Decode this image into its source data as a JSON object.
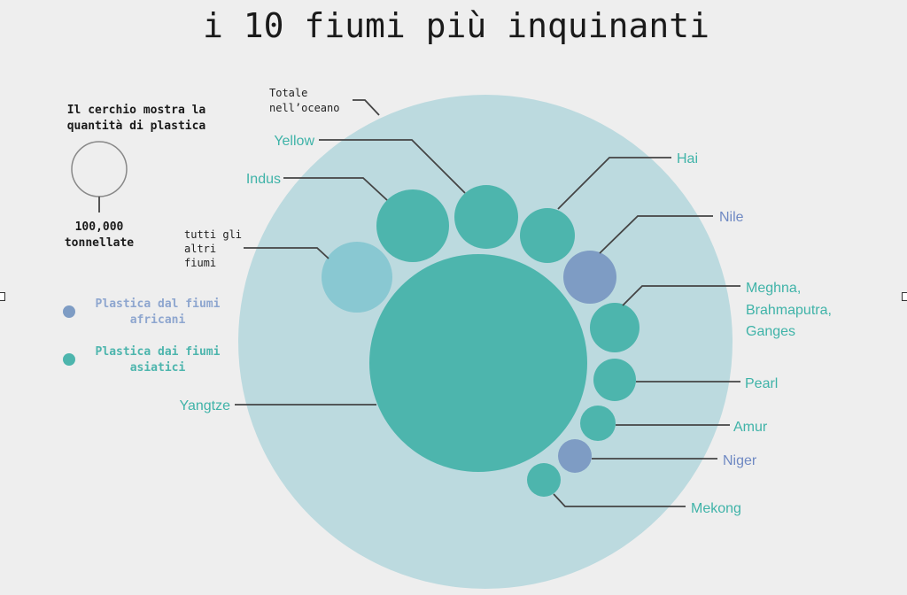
{
  "title": "i 10 fiumi più inquinanti",
  "legend": {
    "scale_title_1": "Il cerchio mostra la",
    "scale_title_2": "quantità di plastica",
    "scale_value": "100,000",
    "scale_unit": "tonnellate",
    "african_1": "Plastica dal fiumi",
    "african_2": "africani",
    "asian_1": "Plastica dai fiumi",
    "asian_2": "asiatici"
  },
  "colors": {
    "asian": "#4db5ad",
    "african": "#7e9cc4",
    "ocean": "#bcdadf",
    "others": "#89c8d2",
    "background": "#eeeeee"
  },
  "labels": {
    "ocean_1": "Totale",
    "ocean_2": "nell’oceano",
    "others_1": "tutti gli",
    "others_2": "altri",
    "others_3": "fiumi",
    "yangtze": "Yangtze",
    "indus": "Indus",
    "yellow": "Yellow",
    "hai": "Hai",
    "nile": "Nile",
    "meghna_1": "Meghna,",
    "meghna_2": "Brahmaputra,",
    "meghna_3": "Ganges",
    "pearl": "Pearl",
    "amur": "Amur",
    "niger": "Niger",
    "mekong": "Mekong"
  }
}
